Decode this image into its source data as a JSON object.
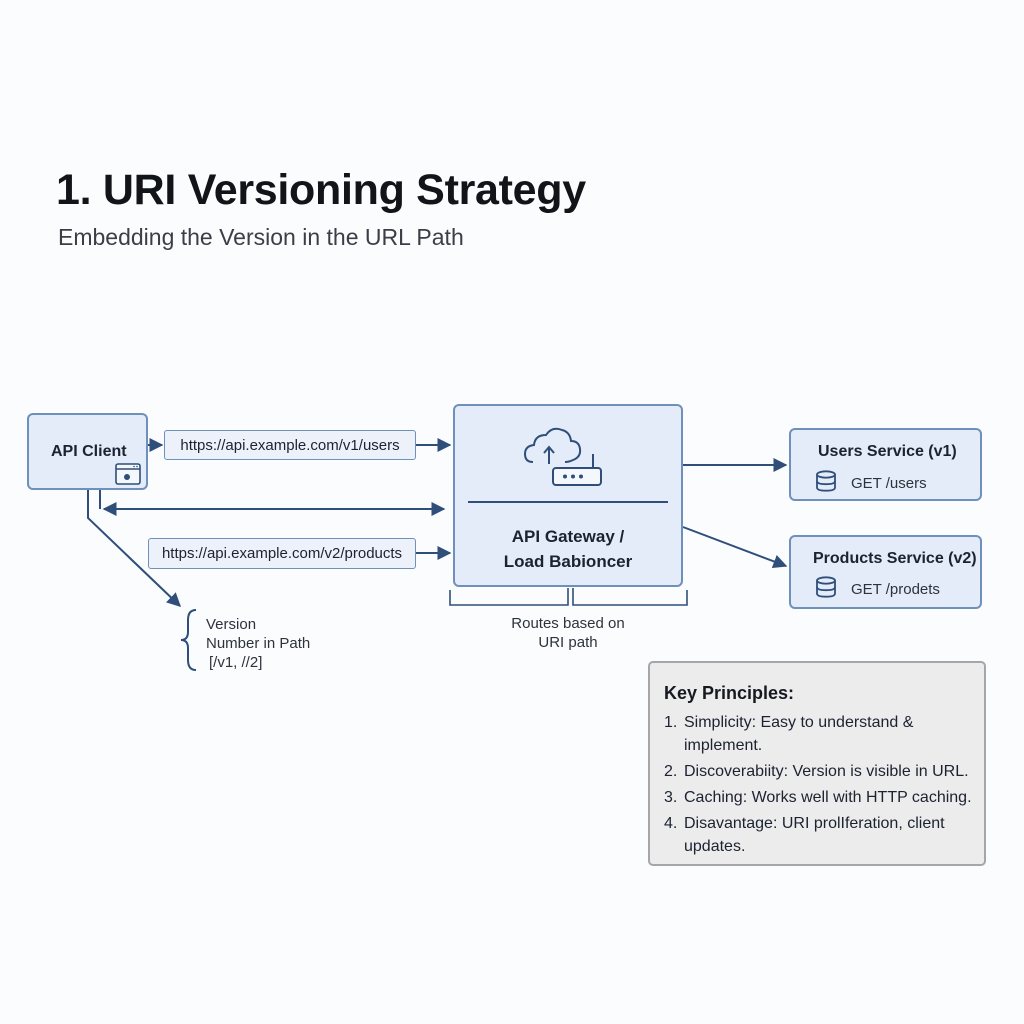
{
  "header": {
    "title": "1. URI Versioning Strategy",
    "subtitle": "Embedding the Version in the URL Path"
  },
  "client": {
    "label": "API Client",
    "icon": "browser-window-icon"
  },
  "requests": {
    "v1_url": "https://api.example.com/v1/users",
    "v2_url": "https://api.example.com/v2/products"
  },
  "gateway": {
    "label_line1": "API Gateway /",
    "label_line2": "Load Babioncer",
    "icon": "cloud-router-icon",
    "note_line1": "Routes based on",
    "note_line2": "URI path"
  },
  "version_note": {
    "line1": "Version",
    "line2": "Number in Path",
    "line3": "[/v1, //2]"
  },
  "services": [
    {
      "title": "Users Service (v1)",
      "endpoint": "GET /users",
      "icon": "database-icon"
    },
    {
      "title": "Products Service (v2)",
      "endpoint": "GET /prodets",
      "icon": "database-icon"
    }
  ],
  "principles": {
    "heading": "Key Principles:",
    "items": [
      {
        "num": "1.",
        "text": "Simplicity: Easy to understand & implement."
      },
      {
        "num": "2.",
        "text": "Discoverabiity: Version is visible in URL."
      },
      {
        "num": "3.",
        "text": "Caching: Works well with HTTP caching."
      },
      {
        "num": "4.",
        "text": "Disavantage: URI prolIferation, client updates."
      }
    ]
  },
  "colors": {
    "box_fill": "#e3ecf8",
    "box_border": "#6f90bb",
    "arrow": "#2f4f7a",
    "panel_fill": "#ececed"
  }
}
